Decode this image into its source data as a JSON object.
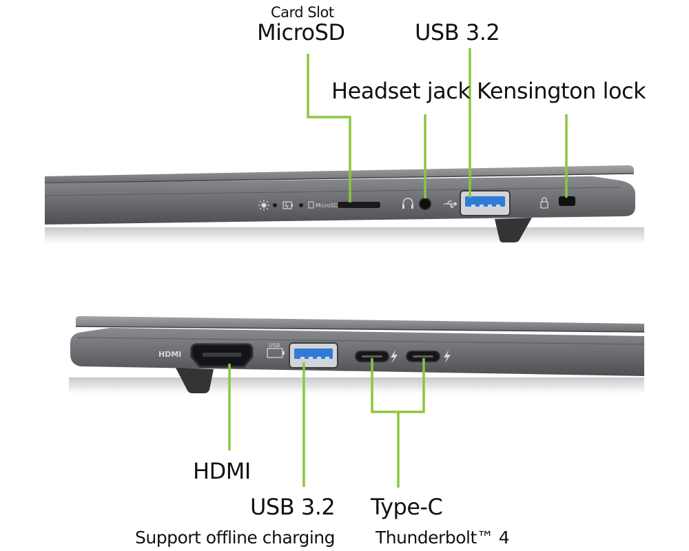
{
  "colors": {
    "callout_line": "#8cc63f",
    "chassis": "#6b6c6f",
    "chassis_dark": "#3b3c3f",
    "port_blue": "#2f7bd6",
    "text": "#111111"
  },
  "top_view": {
    "microsd": {
      "caption": "Card Slot",
      "label": "MicroSD",
      "port_mark": "MicroSD"
    },
    "usb": {
      "label": "USB 3.2"
    },
    "headset": {
      "label": "Headset jack"
    },
    "kensington": {
      "label": "Kensington lock"
    },
    "indicator_icons": [
      "sun-icon",
      "battery-icon",
      "microsd-icon",
      "headset-icon",
      "usb-icon",
      "lock-icon"
    ]
  },
  "bottom_view": {
    "hdmi": {
      "label": "HDMI",
      "port_mark": "HDMI"
    },
    "usb": {
      "label": "USB 3.2",
      "caption": "Support offline charging",
      "port_mark": "USB"
    },
    "typec": {
      "label": "Type-C",
      "caption": "Thunderbolt™ 4"
    },
    "indicator_icons": [
      "hdmi-icon",
      "usb-battery-icon",
      "thunderbolt-icon"
    ]
  }
}
